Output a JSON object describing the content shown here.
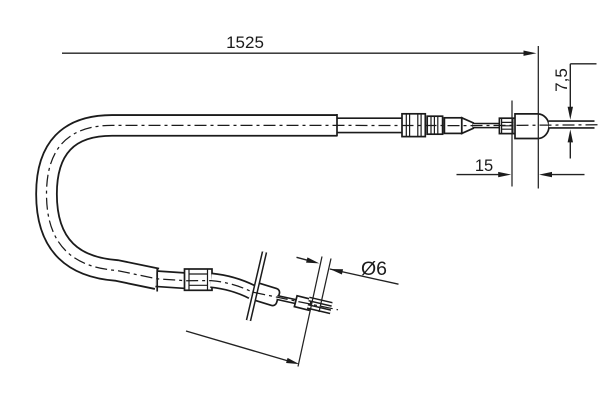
{
  "drawing": {
    "kind": "technical-line-drawing",
    "subject": "parking brake cable with sheath, adjuster and end fittings",
    "background": "#ffffff",
    "line_color": "#1b1b1b",
    "labels": {
      "overall_length": "1525",
      "end_fitting_diameter": "7,5",
      "end_fitting_length": "15",
      "rod_diameter": "Ø6"
    }
  }
}
